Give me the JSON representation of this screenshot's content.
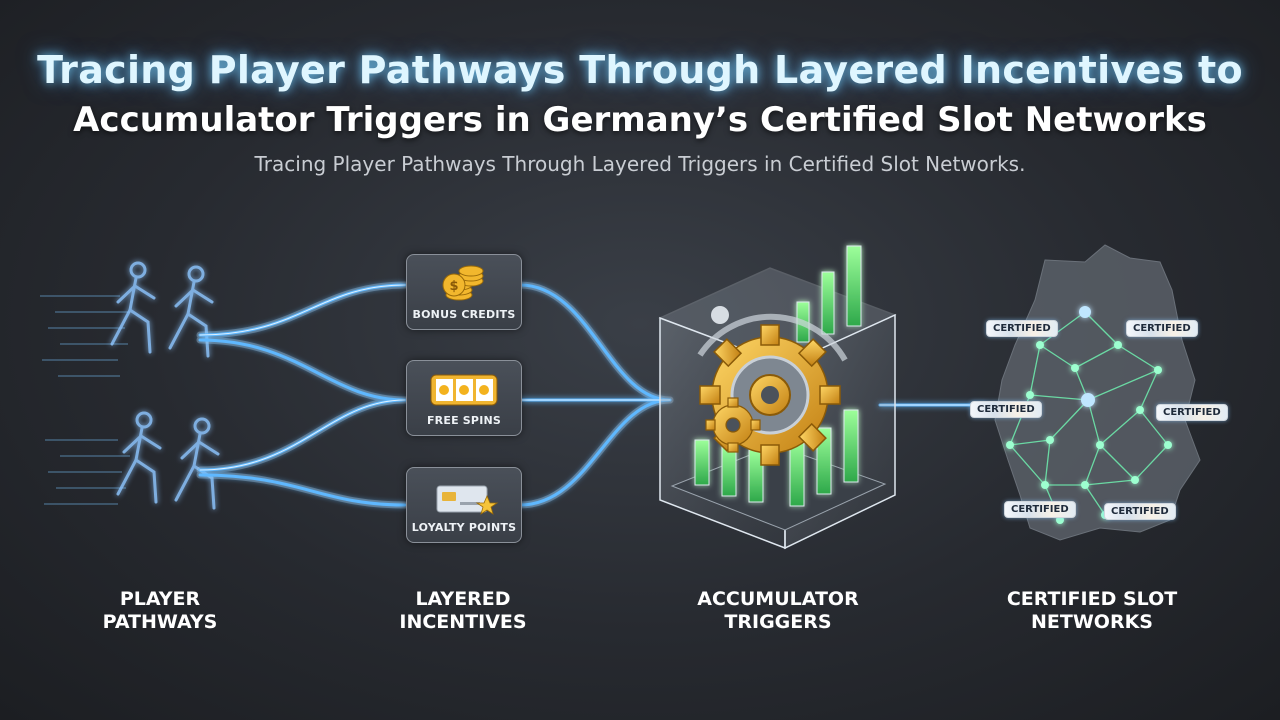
{
  "header": {
    "title_line1": "Tracing Player Pathways Through Layered Incentives to",
    "title_line2": "Accumulator Triggers in Germany’s Certified Slot Networks",
    "subtitle": "Tracing Player Pathways Through Layered Triggers in Certified Slot Networks."
  },
  "incentives": [
    {
      "label": "BONUS CREDITS",
      "icon": "coin-stack-icon"
    },
    {
      "label": "FREE SPINS",
      "icon": "slot-reels-icon"
    },
    {
      "label": "LOYALTY POINTS",
      "icon": "loyalty-card-icon"
    }
  ],
  "network": {
    "badges": [
      "CERTIFIED",
      "CERTIFIED",
      "CERTIFIED",
      "CERTIFIED",
      "CERTIFIED",
      "CERTIFIED"
    ]
  },
  "stages": [
    {
      "line1": "PLAYER",
      "line2": "PATHWAYS"
    },
    {
      "line1": "LAYERED",
      "line2": "INCENTIVES"
    },
    {
      "line1": "ACCUMULATOR",
      "line2": "TRIGGERS"
    },
    {
      "line1": "CERTIFIED SLOT",
      "line2": "NETWORKS"
    }
  ],
  "colors": {
    "flow": "#5fb8ff",
    "flow_glow": "#9fe0ff",
    "gear_gold": "#e3a52a",
    "bar_green": "#4fd46a",
    "node_green": "#6ff0b0",
    "background": "#2b2e34"
  }
}
